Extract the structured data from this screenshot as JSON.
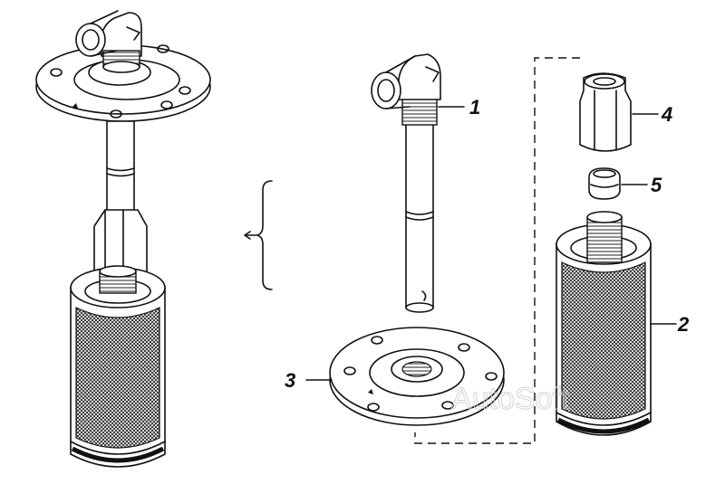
{
  "callouts": [
    {
      "number": "1",
      "part": "elbow-with-pipe"
    },
    {
      "number": "2",
      "part": "filter-element"
    },
    {
      "number": "3",
      "part": "mounting-flange"
    },
    {
      "number": "4",
      "part": "union-nut"
    },
    {
      "number": "5",
      "part": "ferrule"
    }
  ],
  "watermark": "AutoSoft",
  "colors": {
    "ink": "#111111",
    "mesh": "#2a2a2a",
    "background": "#ffffff"
  }
}
